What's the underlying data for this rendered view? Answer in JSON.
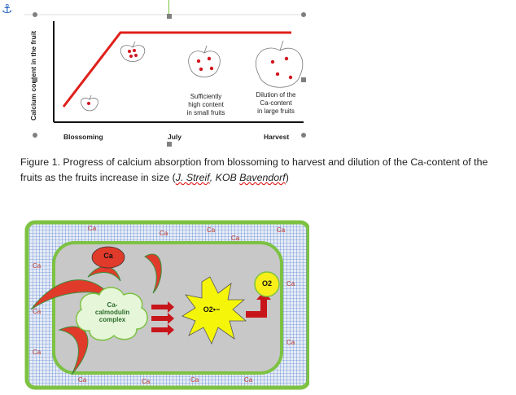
{
  "figure1": {
    "ylabel": "Calcium content in the fruit",
    "xticks": [
      "Blossoming",
      "July",
      "Harvest"
    ],
    "annotation_mid": "Sufficiently\nhigh content\nin small fruits",
    "annotation_right": "Dilution of the\nCa-content\nin large fruits"
  },
  "caption": {
    "main": "Figure 1. Progress of calcium absorption from blossoming to harvest and dilution of the Ca-content of the fruits as the fruits increase in size (",
    "author": "J. Streif",
    "sep": ", KOB ",
    "place": "Bavendorf",
    "end": ")"
  },
  "figure2": {
    "ca_label": "Ca",
    "complex_label": "Ca-\ncalmodulin\ncomplex",
    "superoxide_label": "O2•−",
    "oxygen_label": "O2",
    "wall_ca_marks": [
      "Ca",
      "Ca",
      "Ca",
      "Ca",
      "Ca",
      "Ca",
      "Ca",
      "Ca",
      "Ca",
      "Ca",
      "Ca",
      "Ca",
      "Ca",
      "Ca"
    ]
  },
  "colors": {
    "chart_line": "#e0201a",
    "cell_wall_border": "#7dc242",
    "cell_grid": "#2b63c9",
    "cytoplasm": "#c8c8c8",
    "ca_oval": "#e03a2a",
    "star": "#f5f50a",
    "o2_circle": "#f7ef1a",
    "arrow": "#c8151b"
  }
}
